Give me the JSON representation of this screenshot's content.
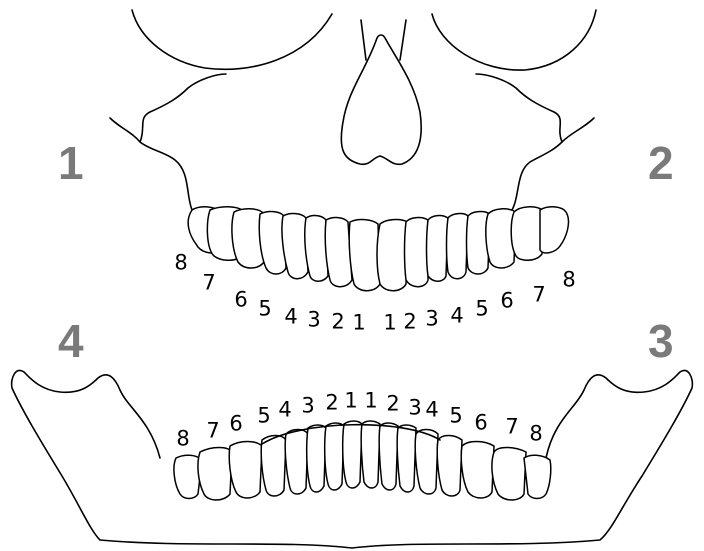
{
  "quadrants": {
    "upper_right": "1",
    "upper_left": "2",
    "lower_left": "3",
    "lower_right": "4"
  },
  "upper_numbers": [
    "8",
    "7",
    "6",
    "5",
    "4",
    "3",
    "2",
    "1",
    "1",
    "2",
    "3",
    "4",
    "5",
    "6",
    "7",
    "8"
  ],
  "lower_numbers": [
    "8",
    "7",
    "6",
    "5",
    "4",
    "3",
    "2",
    "1",
    "1",
    "2",
    "3",
    "4",
    "5",
    "6",
    "7",
    "8"
  ],
  "colors": {
    "line": "#000000",
    "quadrant_label": "#7a7a7a",
    "background": "#ffffff"
  }
}
